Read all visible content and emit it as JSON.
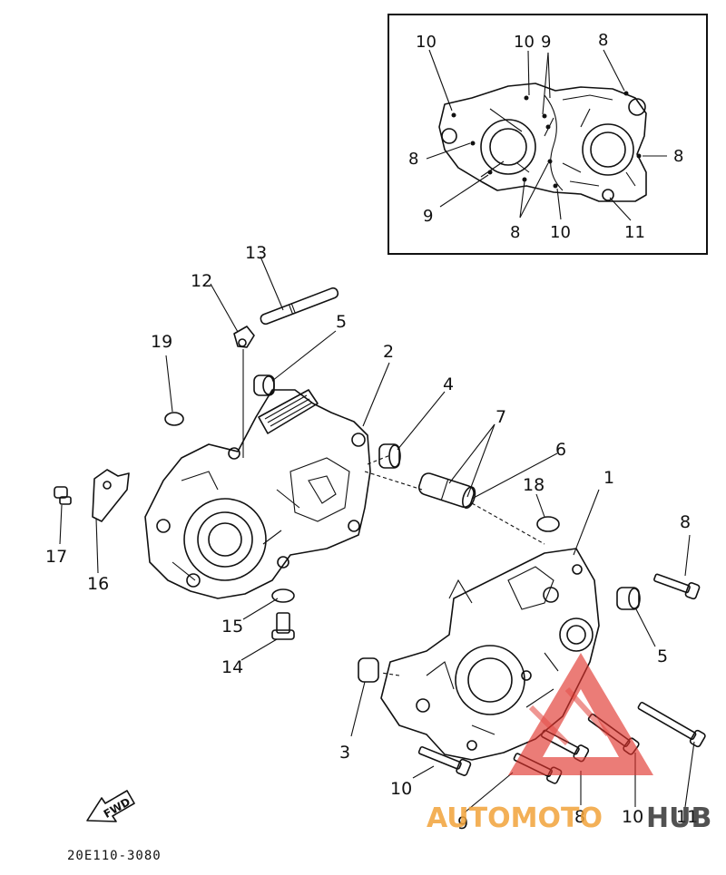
{
  "diagram": {
    "part_code": "20E110-3080",
    "fwd_label": "FWD",
    "callouts": {
      "c1": "1",
      "c2": "2",
      "c3": "3",
      "c4": "4",
      "c5a": "5",
      "c5b": "5",
      "c6": "6",
      "c7": "7",
      "c8a": "8",
      "c8b": "8",
      "c9": "9",
      "c10": "10",
      "c10b": "10",
      "c11": "11",
      "c12": "12",
      "c13": "13",
      "c14": "14",
      "c15": "15",
      "c16": "16",
      "c17": "17",
      "c18": "18",
      "c19": "19"
    },
    "inset_callouts": {
      "i10a": "10",
      "i10b": "10",
      "i9a": "9",
      "i8a": "8",
      "i8b": "8",
      "i8c": "8",
      "i8d": "8",
      "i9b": "9",
      "i10c": "10",
      "i11": "11"
    }
  },
  "watermark": {
    "brand_left": "AUTOMOTO",
    "brand_right": "HUB",
    "color_red": "#e0312b",
    "color_orange": "#f2a33a",
    "color_dark": "#333333"
  }
}
